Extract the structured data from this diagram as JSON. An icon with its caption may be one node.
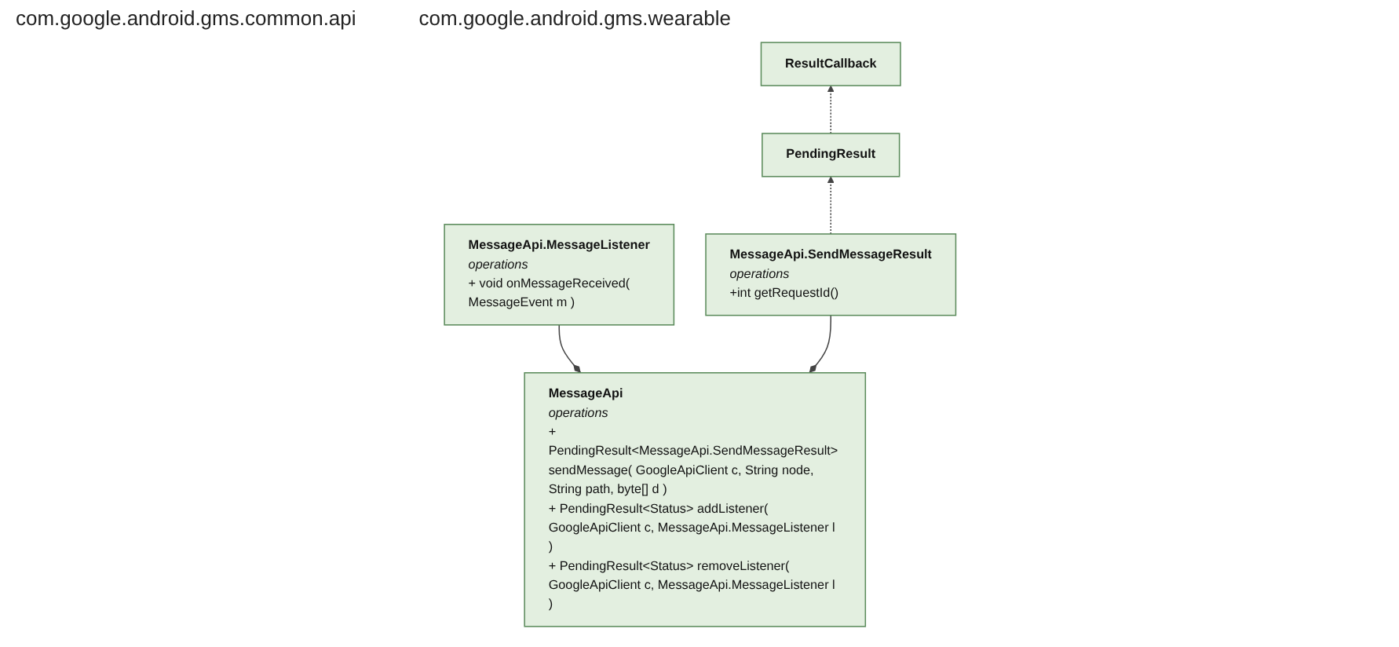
{
  "diagram": {
    "nodes": [
      {
        "text": [
          "PendingResult"
        ]
      },
      {
        "text": [
          "ResultCallback"
        ]
      },
      {
        "text": [
          "MessageApi.MessageListener",
          "operations",
          "+ void onMessageReceived( MessageEvent m )"
        ]
      },
      {
        "text": [
          "MessageApi.SendMessageResult",
          "operations",
          "+int getRequestId()"
        ]
      },
      {
        "text": [
          "MessageApi",
          "operations",
          "+ PendingResult<MessageApi.SendMessageResult> sendMessage( GoogleApiClient c, String node, String path, byte[] d )",
          "+ PendingResult<Status> addListener( GoogleApiClient c, MessageApi.MessageListener l )",
          "+ PendingResult<Status> removeListener( GoogleApiClient c, MessageApi.MessageListener l )"
        ]
      }
    ],
    "edges": [
      {
        "from": 0,
        "to": 1,
        "arrow": "to",
        "style": "dashed"
      },
      {
        "from": 3,
        "to": 0,
        "arrow": "to",
        "style": "dashed"
      },
      {
        "from": 4,
        "to": 2,
        "arrow": "other"
      },
      {
        "from": 4,
        "to": 3,
        "arrow": "other"
      }
    ],
    "labels": [
      "com.google.android.gms.common.api",
      "com.google.android.gms.wearable"
    ]
  }
}
